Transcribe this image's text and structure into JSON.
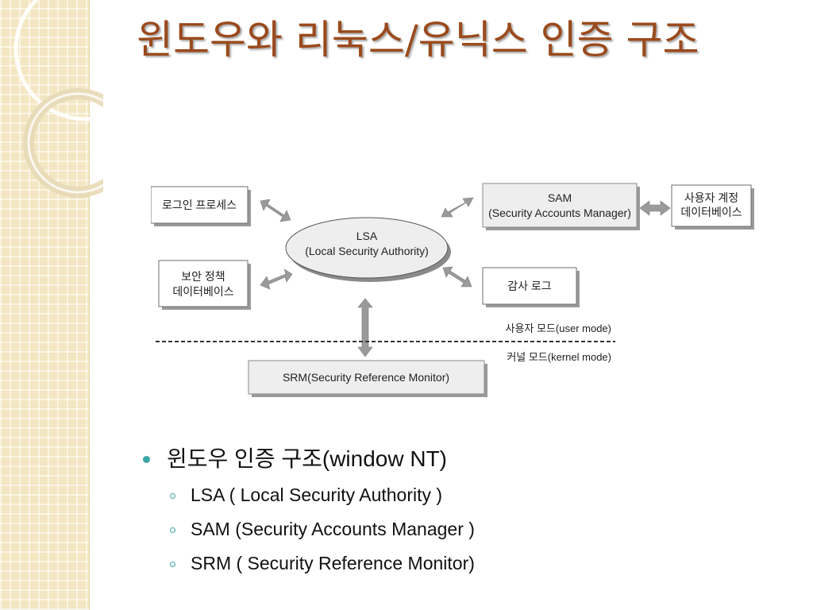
{
  "slide": {
    "title": "윈도우와 리눅스/유닉스 인증 구조"
  },
  "diagram": {
    "login_process": "로그인 프로세스",
    "lsa_name": "LSA",
    "lsa_full": "(Local Security Authority)",
    "sam_name": "SAM",
    "sam_full": "(Security Accounts Manager)",
    "account_db_line1": "사용자 계정",
    "account_db_line2": "데이터베이스",
    "policy_db_line1": "보안 정책",
    "policy_db_line2": "데이터베이스",
    "audit_log": "감사 로그",
    "user_mode": "사용자 모드(user mode)",
    "kernel_mode": "커널 모드(kernel mode)",
    "srm": "SRM(Security Reference Monitor)"
  },
  "bullets": {
    "main": "윈도우 인증 구조(window NT)",
    "items": [
      "LSA ( Local Security Authority )",
      "SAM (Security Accounts Manager )",
      "SRM ( Security Reference Monitor)"
    ]
  },
  "colors": {
    "title": "#9a4a1c",
    "bullet_accent": "#3aa6a6",
    "side_strip": "#f3e6c2",
    "box_shadow": "#9a9a9a",
    "arrow_fill": "#9a9a9a"
  }
}
